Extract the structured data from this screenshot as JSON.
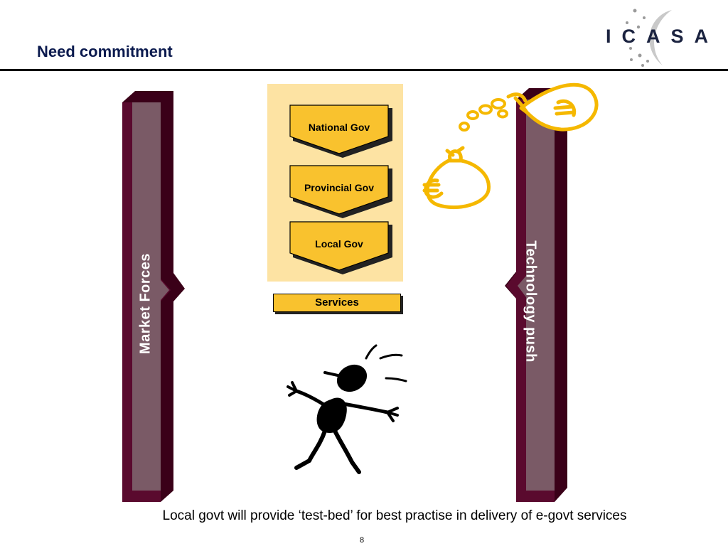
{
  "slide": {
    "title": "Need commitment",
    "caption": "Local govt will provide ‘test-bed’ for best practise in delivery of e-govt services",
    "page_number": "8"
  },
  "logo": {
    "text": "ICASA"
  },
  "left_arrow": {
    "label": "Market Forces"
  },
  "right_arrow": {
    "label": "Technology push"
  },
  "government_levels": [
    {
      "label": "National Gov"
    },
    {
      "label": "Provincial Gov"
    },
    {
      "label": "Local Gov"
    }
  ],
  "services": {
    "label": "Services"
  },
  "colors": {
    "arrow_dark": "#5a0a2e",
    "arrow_fill": "#7a5a66",
    "panel": "#fde3a3",
    "chevron": "#f9c22e",
    "title": "#0b1a4e"
  },
  "icons": {
    "money_bag": "money-bag-icon",
    "coins": "coins-icon",
    "stick_figure": "stick-figure-icon"
  }
}
